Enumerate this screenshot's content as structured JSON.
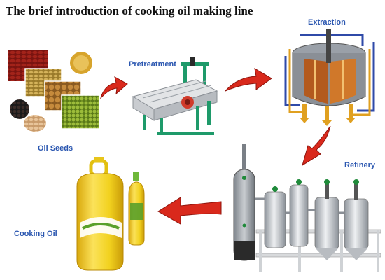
{
  "title": "The brief introduction of cooking oil making line",
  "stages": [
    {
      "label": "Oil Seeds",
      "icon": "oil-seeds-image"
    },
    {
      "label": "Pretreatment",
      "icon": "pretreatment-machine-image"
    },
    {
      "label": "Extraction",
      "icon": "extraction-tank-image"
    },
    {
      "label": "Refinery",
      "icon": "refinery-equipment-image"
    },
    {
      "label": "Cooking Oil",
      "icon": "oil-bottles-image"
    }
  ],
  "colors": {
    "label_blue": "#2a56b0",
    "arrow_red": "#d9291c",
    "machine_green": "#1e9a6a",
    "oil_yellow": "#f2d21f"
  }
}
